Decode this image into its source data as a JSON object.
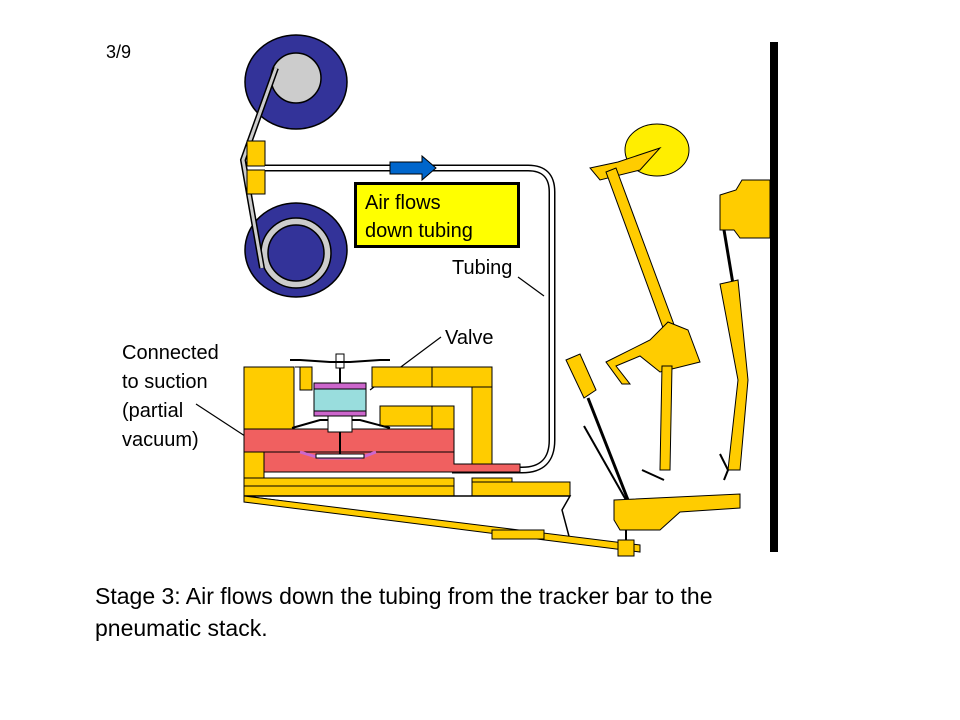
{
  "slide": {
    "page_indicator": "3/9",
    "callout": {
      "line1": "Air flows",
      "line2": "down tubing"
    },
    "labels": {
      "tubing": "Tubing",
      "valve": "Valve",
      "suction": [
        "Connected",
        "to suction",
        "(partial",
        "vacuum)"
      ]
    },
    "caption": {
      "line1": "Stage 3: Air flows down the tubing from the tracker bar to the",
      "line2": "pneumatic stack."
    }
  },
  "colors": {
    "spool_outer": "#333399",
    "spool_inner": "#cccccc",
    "wood": "#ffcc00",
    "vacuum": "#f06060",
    "valve_disc": "#99dddd",
    "valve_pink": "#cc66cc",
    "arrow": "#0066cc",
    "callout_bg": "#ffff00",
    "hammer": "#ffee00"
  }
}
